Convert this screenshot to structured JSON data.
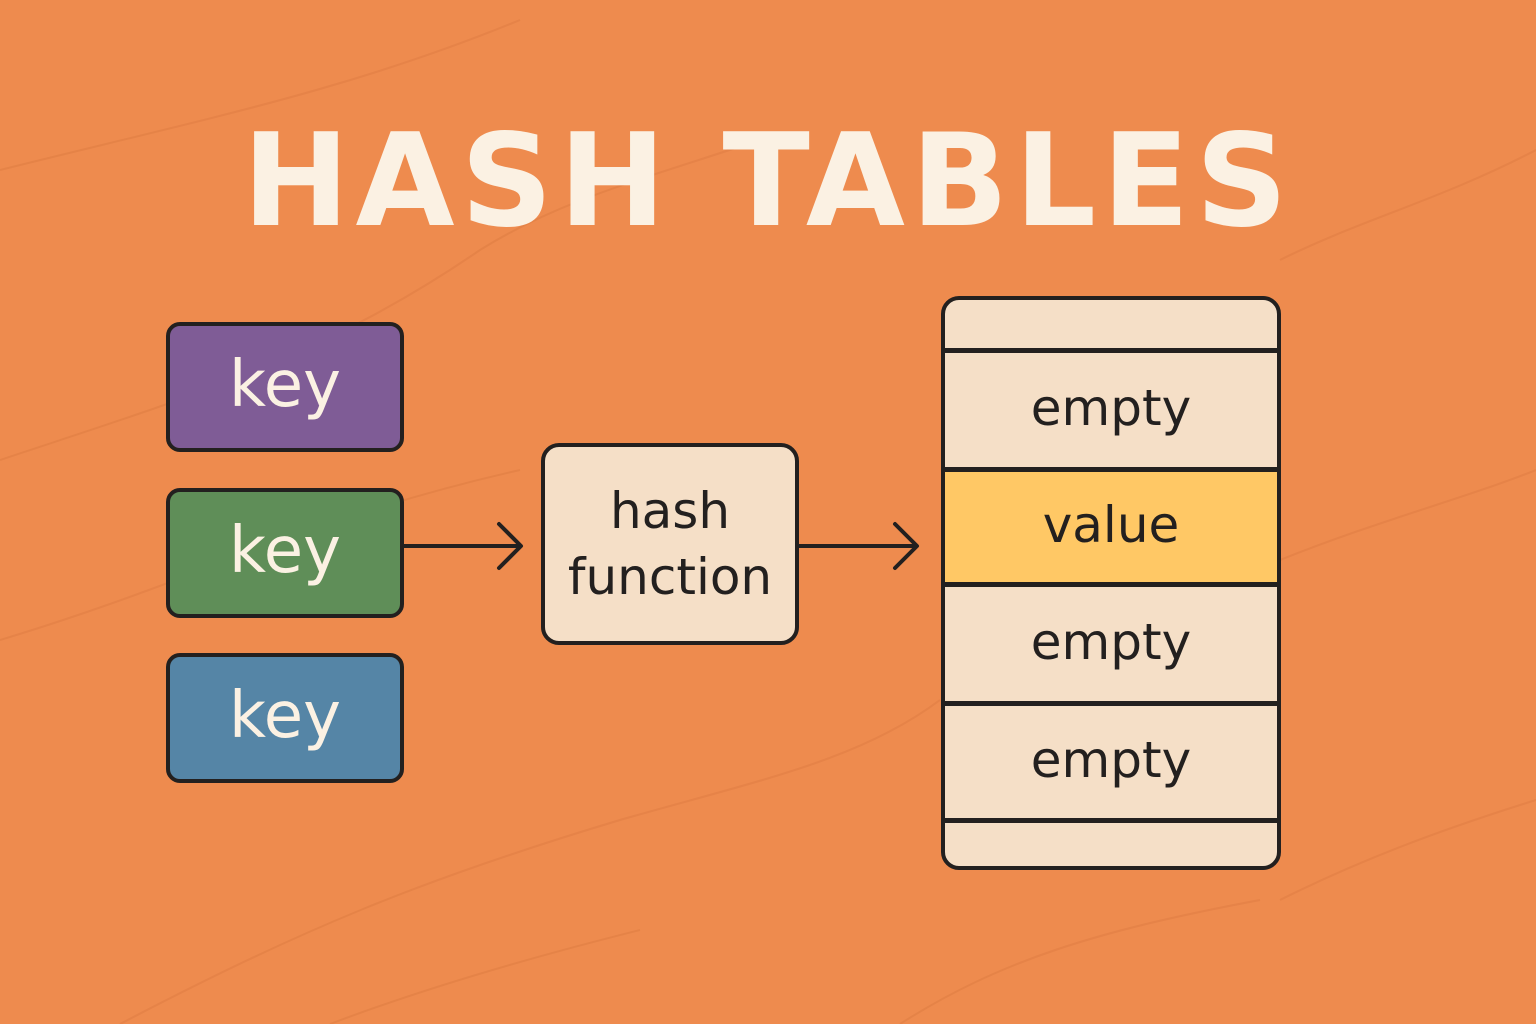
{
  "title": "HASH TABLES",
  "colors": {
    "background": "#EE8B4E",
    "title_text": "#FBF1E3",
    "outline": "#23201F",
    "cream": "#F5DFC7",
    "highlight": "#FFC865"
  },
  "keys": [
    {
      "label": "key",
      "color": "#7F5C96"
    },
    {
      "label": "key",
      "color": "#5F8E58"
    },
    {
      "label": "key",
      "color": "#5585A6"
    }
  ],
  "hash_function": {
    "line1": "hash",
    "line2": "function"
  },
  "table_slots": [
    {
      "label": "",
      "highlight": false
    },
    {
      "label": "empty",
      "highlight": false
    },
    {
      "label": "value",
      "highlight": true
    },
    {
      "label": "empty",
      "highlight": false
    },
    {
      "label": "empty",
      "highlight": false
    },
    {
      "label": "",
      "highlight": false
    }
  ]
}
